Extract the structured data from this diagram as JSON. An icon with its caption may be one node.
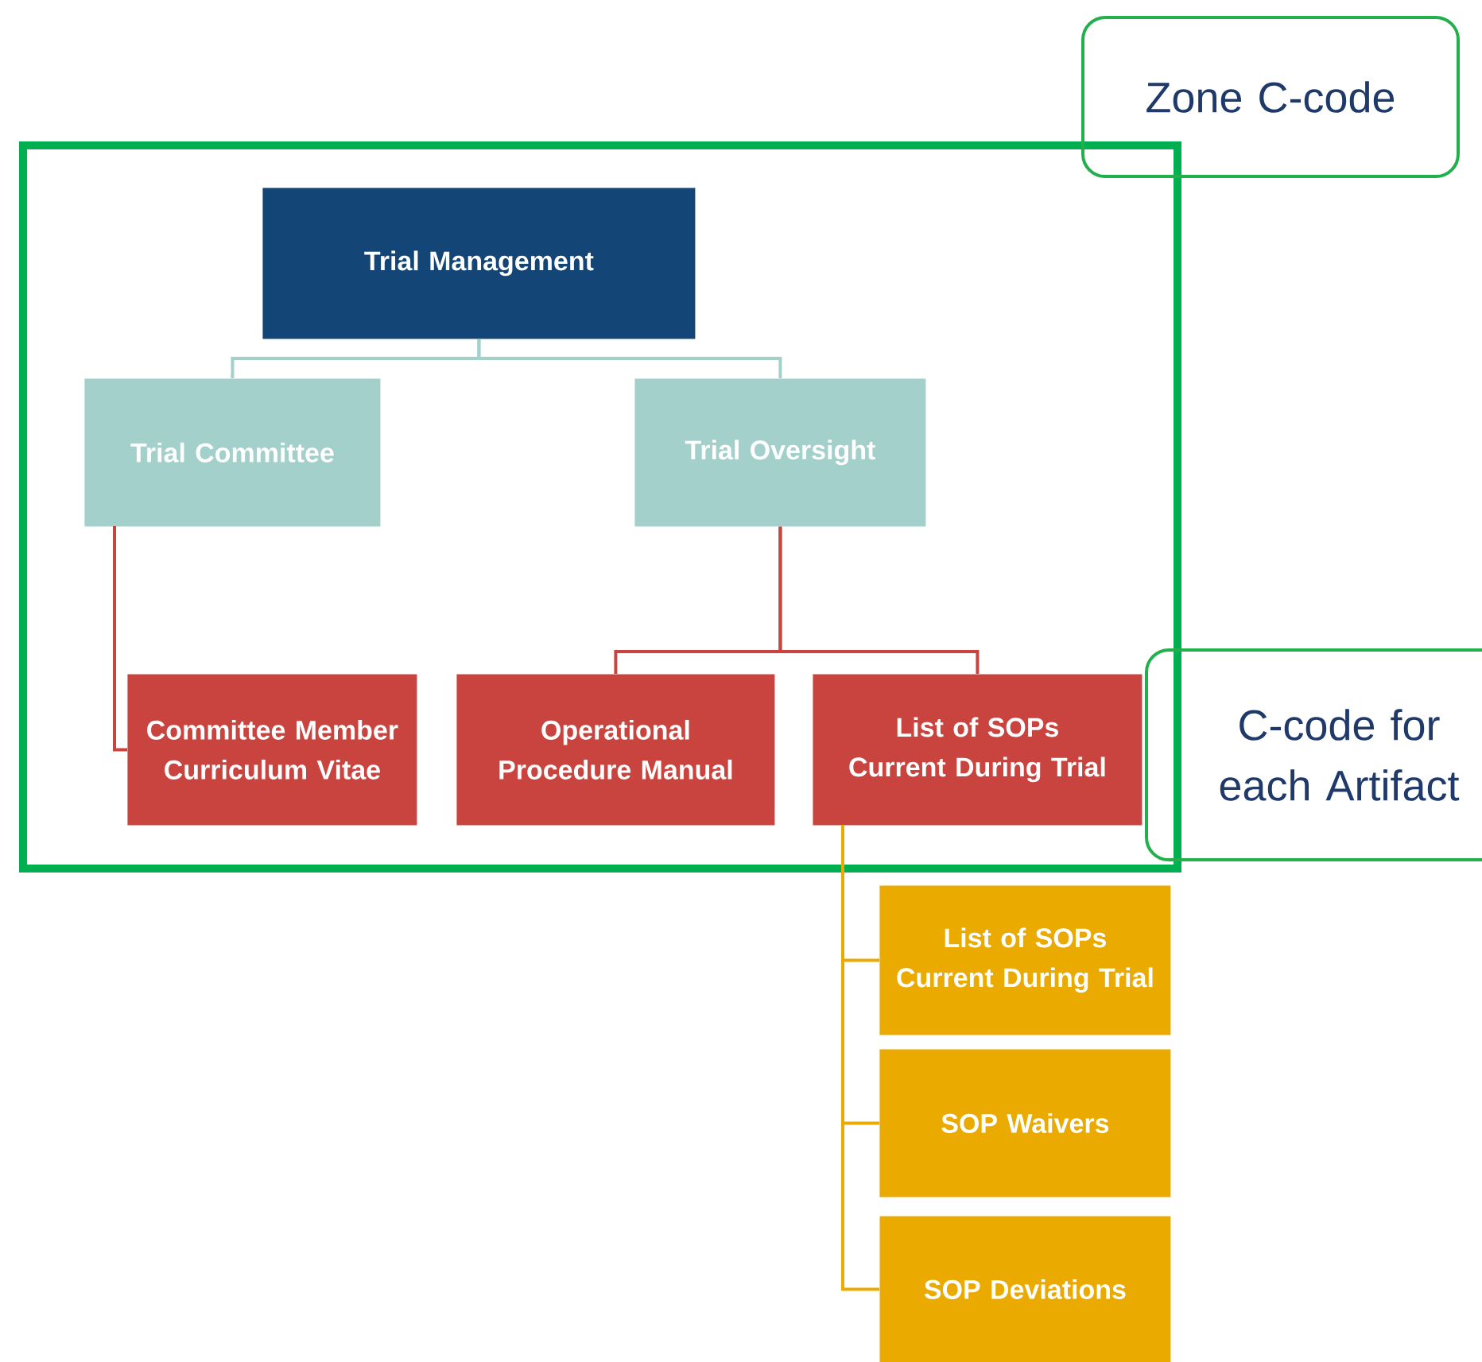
{
  "diagram": {
    "nodes": [
      {
        "text": [
          "Zone C-code"
        ]
      },
      {
        "text": [],
        "shape": "box"
      },
      {
        "text": [
          "Trial Management"
        ],
        "in": 1
      },
      {
        "text": [
          "Trial Committee"
        ],
        "in": 1
      },
      {
        "text": [
          "Trial Oversight"
        ],
        "in": 1
      },
      {
        "text": [
          "Committee Member Curriculum Vitae"
        ],
        "in": 1
      },
      {
        "text": [
          "Operational Procedure Manual"
        ],
        "in": 1
      },
      {
        "text": [
          "List of SOPs Current During Trial"
        ],
        "in": 1
      },
      {
        "text": [
          "C-code for each Artifact"
        ]
      },
      {
        "text": [
          "List of SOPs Current During Trial"
        ]
      },
      {
        "text": [
          "SOP Waivers"
        ]
      },
      {
        "text": [
          "SOP Deviations"
        ]
      }
    ],
    "edges": [
      {
        "from": 2,
        "to": 3,
        "arrow": "none",
        "color": "#a3d0cb"
      },
      {
        "from": 2,
        "to": 4,
        "arrow": "none",
        "color": "#a3d0cb"
      },
      {
        "from": 3,
        "to": 5,
        "arrow": "none",
        "color": "#c9443f"
      },
      {
        "from": 4,
        "to": 6,
        "arrow": "none",
        "color": "#c9443f"
      },
      {
        "from": 4,
        "to": 7,
        "arrow": "none",
        "color": "#c9443f"
      },
      {
        "from": 7,
        "to": 9,
        "arrow": "none",
        "color": "#ebaa00"
      },
      {
        "from": 7,
        "to": 10,
        "arrow": "none",
        "color": "#ebaa00"
      },
      {
        "from": 7,
        "to": 11,
        "arrow": "none",
        "color": "#ebaa00"
      }
    ]
  }
}
